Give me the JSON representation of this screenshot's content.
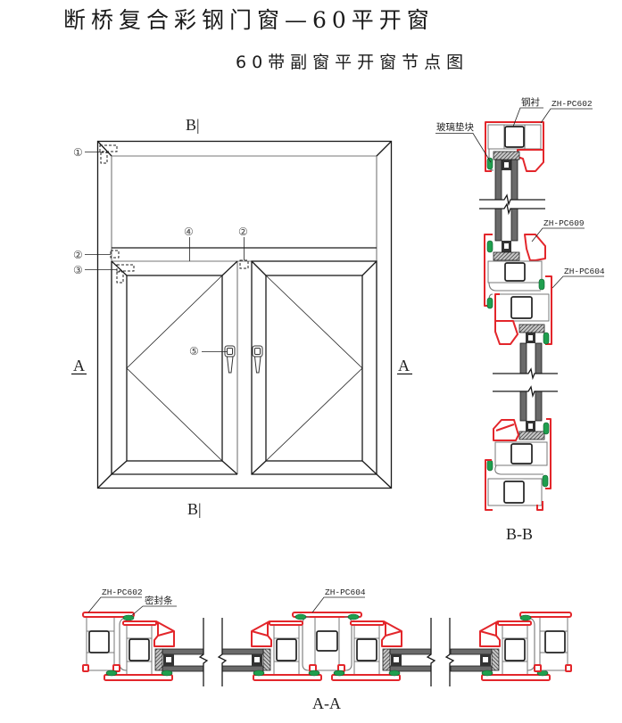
{
  "title": "断桥复合彩钢门窗—60平开窗",
  "subtitle": "60带副窗平开窗节点图",
  "elevation": {
    "section_marks": {
      "b_top": "B|",
      "b_bottom": "B|",
      "a_left": "A",
      "a_right": "A"
    },
    "callouts": {
      "c1": "①",
      "c2_left": "②",
      "c3": "③",
      "c4": "④",
      "c2_right": "②",
      "c5": "⑤"
    }
  },
  "section_bb": {
    "title": "B-B",
    "labels": {
      "steel_liner": "钢衬",
      "frame_profile": "ZH-PC602",
      "glazing_block": "玻璃垫块",
      "sash_profile": "ZH-PC609",
      "mullion_profile": "ZH-PC604"
    }
  },
  "section_aa": {
    "title": "A-A",
    "labels": {
      "frame_profile": "ZH-PC602",
      "seal_strip": "密封条",
      "mullion_profile": "ZH-PC604"
    }
  },
  "colors": {
    "profile_outline": "#e3262b",
    "gasket": "#1f9f4e",
    "drawing_line": "#1a1a1a",
    "secondary_line": "#777777"
  }
}
